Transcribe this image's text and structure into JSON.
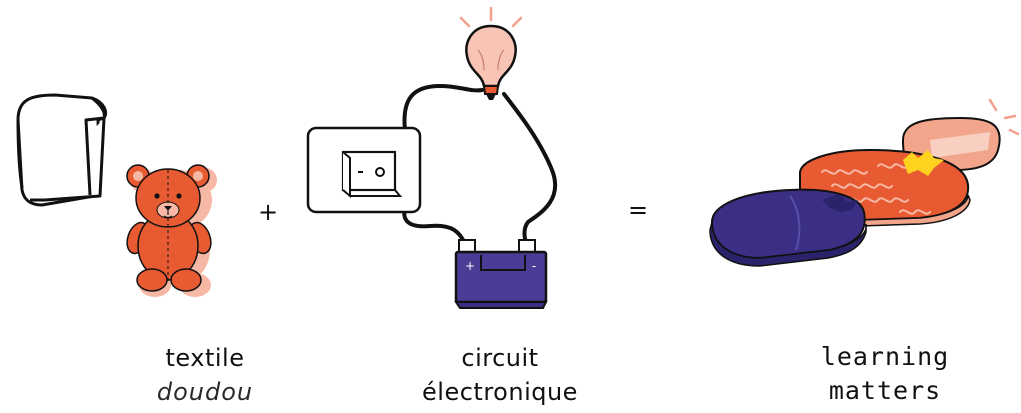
{
  "groups": [
    {
      "label": "textile",
      "sublabel": "doudou"
    },
    {
      "label": "circuit",
      "sublabel": "électronique"
    },
    {
      "label": "learning",
      "sublabel": "matters"
    }
  ],
  "operators": {
    "plus": "+",
    "equals": "="
  },
  "battery": {
    "plus_terminal": "+",
    "minus_terminal": "-"
  },
  "colors": {
    "bear": "#e85a32",
    "bear_light": "#f6b8a4",
    "bulb": "#f8c4b6",
    "battery": "#4a3d96",
    "pillow_blue": "#3a2f85",
    "pillow_red": "#e85a32",
    "pillow_peach": "#f2a58a",
    "spark_yellow": "#ffd21e",
    "ink": "#111111"
  }
}
